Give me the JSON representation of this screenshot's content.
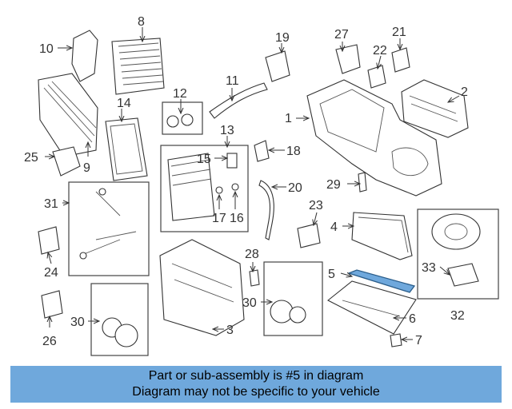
{
  "callouts": [
    "1",
    "2",
    "3",
    "4",
    "5",
    "6",
    "7",
    "8",
    "9",
    "10",
    "11",
    "12",
    "13",
    "14",
    "15",
    "16",
    "17",
    "18",
    "19",
    "20",
    "21",
    "22",
    "23",
    "24",
    "25",
    "26",
    "27",
    "28",
    "29",
    "30",
    "30",
    "31",
    "32",
    "33"
  ],
  "highlight_color": "#6fa8dc",
  "banner": {
    "line1": "Part or sub-assembly is #5 in diagram",
    "line2": "Diagram may not be specific to your vehicle"
  }
}
